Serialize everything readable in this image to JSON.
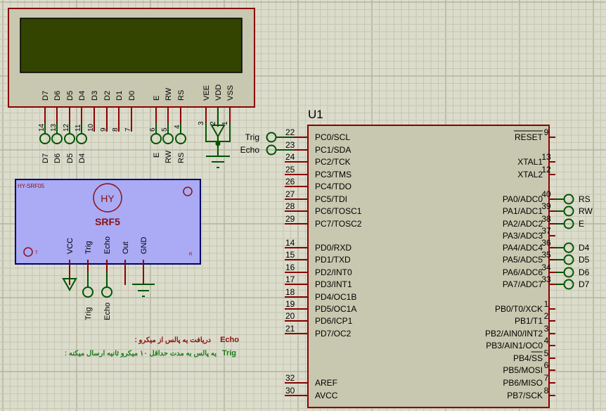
{
  "lcd": {
    "pins_top": [
      {
        "label": "D7",
        "num": "14",
        "net": "D7"
      },
      {
        "label": "D6",
        "num": "13",
        "net": "D6"
      },
      {
        "label": "D5",
        "num": "12",
        "net": "D5"
      },
      {
        "label": "D4",
        "num": "11",
        "net": "D4"
      },
      {
        "label": "D3",
        "num": "10",
        "net": ""
      },
      {
        "label": "D2",
        "num": "9",
        "net": ""
      },
      {
        "label": "D1",
        "num": "8",
        "net": ""
      },
      {
        "label": "D0",
        "num": "7",
        "net": ""
      },
      {
        "label": "E",
        "num": "6",
        "net": "E"
      },
      {
        "label": "RW",
        "num": "5",
        "net": "RW"
      },
      {
        "label": "RS",
        "num": "4",
        "net": "RS"
      },
      {
        "label": "VEE",
        "num": "3",
        "net": ""
      },
      {
        "label": "VDD",
        "num": "2",
        "net": ""
      },
      {
        "label": "VSS",
        "num": "1",
        "net": ""
      }
    ],
    "screen_color": "#334400"
  },
  "sensor": {
    "part_name": "HY-SRF05",
    "logo": "HY",
    "model": "SRF5",
    "corner_t": "T",
    "corner_r": "R",
    "pins": [
      {
        "label": "VCC",
        "net": ""
      },
      {
        "label": "Trig",
        "net": "Trig"
      },
      {
        "label": "Echo",
        "net": "Echo"
      },
      {
        "label": "Out",
        "net": ""
      },
      {
        "label": "GND",
        "net": ""
      }
    ],
    "body_color": "#aaaaf5"
  },
  "notes": {
    "echo_key": "Echo",
    "echo_text": ": دریافت یه پالس از میکرو",
    "trig_key": "Trig",
    "trig_text": ": یه پالس به مدت حداقل ۱۰ میکرو ثانیه ارسال میکنه"
  },
  "mcu": {
    "ref": "U1",
    "left_pins": [
      {
        "num": "22",
        "name": "PC0/SCL",
        "net": "Trig"
      },
      {
        "num": "23",
        "name": "PC1/SDA",
        "net": "Echo"
      },
      {
        "num": "24",
        "name": "PC2/TCK",
        "net": ""
      },
      {
        "num": "25",
        "name": "PC3/TMS",
        "net": ""
      },
      {
        "num": "26",
        "name": "PC4/TDO",
        "net": ""
      },
      {
        "num": "27",
        "name": "PC5/TDI",
        "net": ""
      },
      {
        "num": "28",
        "name": "PC6/TOSC1",
        "net": ""
      },
      {
        "num": "29",
        "name": "PC7/TOSC2",
        "net": ""
      },
      {
        "num": "14",
        "name": "PD0/RXD",
        "net": ""
      },
      {
        "num": "15",
        "name": "PD1/TXD",
        "net": ""
      },
      {
        "num": "16",
        "name": "PD2/INT0",
        "net": ""
      },
      {
        "num": "17",
        "name": "PD3/INT1",
        "net": ""
      },
      {
        "num": "18",
        "name": "PD4/OC1B",
        "net": ""
      },
      {
        "num": "19",
        "name": "PD5/OC1A",
        "net": ""
      },
      {
        "num": "20",
        "name": "PD6/ICP1",
        "net": ""
      },
      {
        "num": "21",
        "name": "PD7/OC2",
        "net": ""
      },
      {
        "num": "32",
        "name": "AREF",
        "net": ""
      },
      {
        "num": "30",
        "name": "AVCC",
        "net": ""
      }
    ],
    "right_pins": [
      {
        "num": "9",
        "name": "RESET",
        "net": "",
        "overline": "RESET"
      },
      {
        "num": "13",
        "name": "XTAL1",
        "net": ""
      },
      {
        "num": "12",
        "name": "XTAL2",
        "net": ""
      },
      {
        "num": "40",
        "name": "PA0/ADC0",
        "net": "RS"
      },
      {
        "num": "39",
        "name": "PA1/ADC1",
        "net": "RW"
      },
      {
        "num": "38",
        "name": "PA2/ADC2",
        "net": "E"
      },
      {
        "num": "37",
        "name": "PA3/ADC3",
        "net": ""
      },
      {
        "num": "36",
        "name": "PA4/ADC4",
        "net": "D4"
      },
      {
        "num": "35",
        "name": "PA5/ADC5",
        "net": "D5"
      },
      {
        "num": "34",
        "name": "PA6/ADC6",
        "net": "D6"
      },
      {
        "num": "33",
        "name": "PA7/ADC7",
        "net": "D7"
      },
      {
        "num": "1",
        "name": "PB0/T0/XCK",
        "net": ""
      },
      {
        "num": "2",
        "name": "PB1/T1",
        "net": ""
      },
      {
        "num": "3",
        "name": "PB2/AIN0/INT2",
        "net": ""
      },
      {
        "num": "4",
        "name": "PB3/AIN1/OC0",
        "net": ""
      },
      {
        "num": "5",
        "name": "PB4/SS",
        "net": "",
        "overline": "SS"
      },
      {
        "num": "6",
        "name": "PB5/MOSI",
        "net": ""
      },
      {
        "num": "7",
        "name": "PB6/MISO",
        "net": ""
      },
      {
        "num": "8",
        "name": "PB7/SCK",
        "net": ""
      }
    ],
    "body_color": "#c8c8b0"
  },
  "colors": {
    "wire_red": "#8b0000",
    "wire_green": "#005500",
    "grid_minor": "#c4c4b0",
    "grid_major": "#b6b6a2",
    "label_maroon": "#8b1010",
    "note_green": "#1a7a1a"
  }
}
